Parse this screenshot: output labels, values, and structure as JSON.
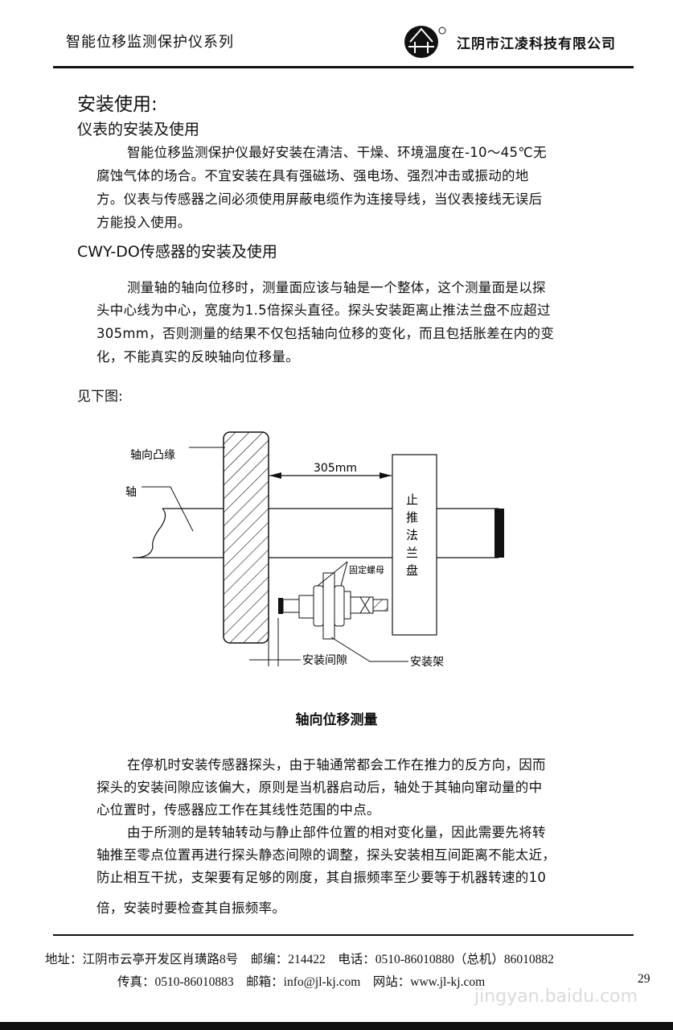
{
  "header": {
    "series_title": "智能位移监测保护仪系列",
    "company": "江阴市江凌科技有限公司"
  },
  "section_title": "安装使用:",
  "instrument": {
    "heading": "仪表的安装及使用",
    "lines": [
      "智能位移监测保护仪最好安装在清洁、干燥、环境温度在-10～45℃无",
      "腐蚀气体的场合。不宜安装在具有强磁场、强电场、强烈冲击或振动的地",
      "方。仪表与传感器之间必须使用屏蔽电缆作为连接导线，当仪表接线无误后",
      "方能投入使用。"
    ]
  },
  "sensor": {
    "heading": "CWY-DO传感器的安装及使用",
    "lines": [
      "测量轴的轴向位移时，测量面应该与轴是一个整体，这个测量面是以探",
      "头中心线为中心，宽度为1.5倍探头直径。探头安装距离止推法兰盘不应超过",
      "305mm，否则测量的结果不仅包括轴向位移的变化，而且包括胀差在内的变",
      "化，不能真实的反映轴向位移量。"
    ],
    "see_below": "见下图:"
  },
  "diagram": {
    "label_collar": "轴向凸缘",
    "label_shaft": "轴",
    "dimension": "305mm",
    "label_flange": [
      "止",
      "推",
      "法",
      "兰",
      "盘"
    ],
    "label_nut": "固定螺母",
    "label_gap": "安装间隙",
    "label_bracket": "安装架",
    "caption": "轴向位移测量"
  },
  "notes": {
    "lines": [
      "在停机时安装传感器探头，由于轴通常都会工作在推力的反方向，因而",
      "探头的安装间隙应该偏大，原则是当机器启动后，轴处于其轴向窜动量的中",
      "心位置时，传感器应工作在其线性范围的中点。",
      "由于所测的是转轴转动与静止部件位置的相对变化量，因此需要先将转",
      "轴推至零点位置再进行探头静态间隙的调整，探头安装相互间距离不能太近，",
      "防止相互干扰，支架要有足够的刚度，其自振频率至少要等于机器转速的10",
      "倍，安装时要检查其自振频率。"
    ]
  },
  "footer": {
    "address": "地址：江阴市云亭开发区肖璜路8号　邮编：214422　电话：0510-86010880（总机）86010882",
    "contact": "传真：0510-86010883　邮箱：info@jl-kj.com　网站：www.jl-kj.com",
    "page_number": "29"
  },
  "watermark": "jingyan.baidu.com"
}
